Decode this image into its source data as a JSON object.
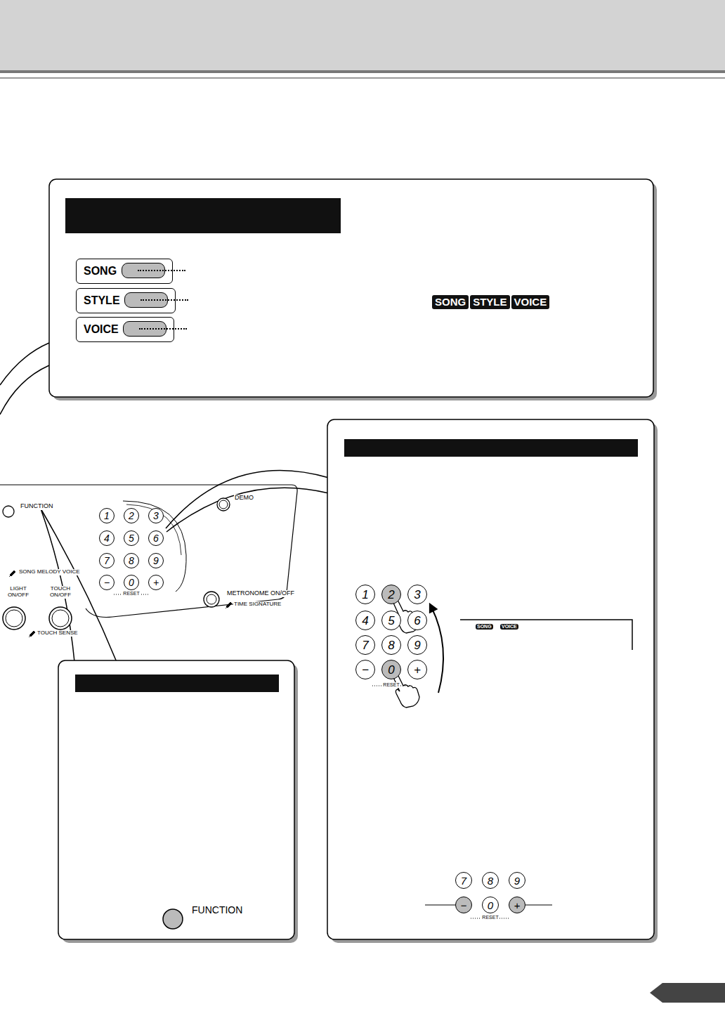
{
  "diagram": {
    "nodes": [
      {
        "text": [
          "SONG"
        ]
      },
      {
        "text": [
          "STYLE"
        ]
      },
      {
        "text": [
          "VOICE"
        ]
      },
      {
        "text": [
          "SONG"
        ]
      },
      {
        "text": [
          "STYLE"
        ]
      },
      {
        "text": [
          "VOICE"
        ]
      },
      {
        "text": [
          "1"
        ]
      },
      {
        "text": [
          "2"
        ]
      },
      {
        "text": [
          "3"
        ]
      },
      {
        "text": [
          "4"
        ]
      },
      {
        "text": [
          "5"
        ]
      },
      {
        "text": [
          "6"
        ]
      },
      {
        "text": [
          "7"
        ]
      },
      {
        "text": [
          "8"
        ]
      },
      {
        "text": [
          "9"
        ]
      },
      {
        "text": [
          "−"
        ]
      },
      {
        "text": [
          "0"
        ]
      },
      {
        "text": [
          "+"
        ]
      },
      {
        "text": [
          "1"
        ]
      },
      {
        "text": [
          "2"
        ]
      },
      {
        "text": [
          "3"
        ]
      },
      {
        "text": [
          "4"
        ]
      },
      {
        "text": [
          "5"
        ]
      },
      {
        "text": [
          "6"
        ]
      },
      {
        "text": [
          "7"
        ]
      },
      {
        "text": [
          "8"
        ]
      },
      {
        "text": [
          "9"
        ]
      },
      {
        "text": [
          "−"
        ]
      },
      {
        "text": [
          "0"
        ]
      },
      {
        "text": [
          "+"
        ]
      },
      {
        "text": [
          "7"
        ]
      },
      {
        "text": [
          "8"
        ]
      },
      {
        "text": [
          "9"
        ]
      },
      {
        "text": [
          "−"
        ]
      },
      {
        "text": [
          "0"
        ]
      },
      {
        "text": [
          "+"
        ]
      },
      {
        "text": [
          "SONG"
        ]
      },
      {
        "text": [
          "VOICE"
        ]
      }
    ],
    "labels": [
      "FUNCTION",
      "DEMO",
      "SONG MELODY VOICE",
      "RESET",
      "LIGHT ON/OFF",
      "TOUCH ON/OFF",
      "TOUCH SENSE",
      "METRONOME ON/OFF",
      "TIME SIGNATURE",
      "RESET",
      "RESET",
      "FUNCTION"
    ]
  }
}
